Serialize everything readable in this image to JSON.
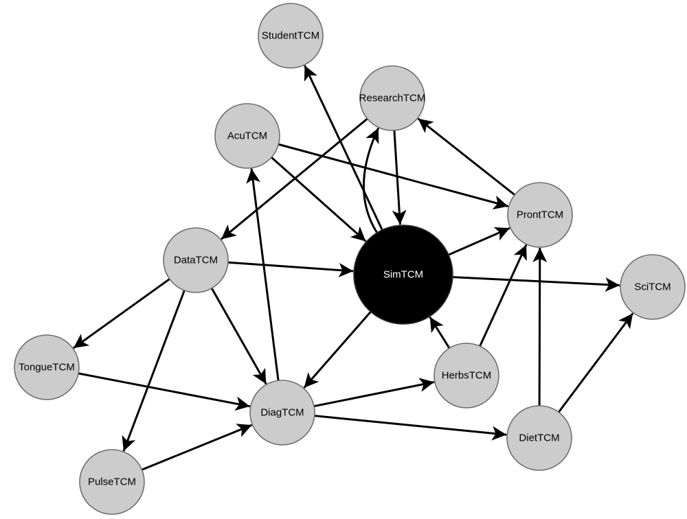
{
  "nodes": [
    {
      "id": "student",
      "label": "StudentTCM"
    },
    {
      "id": "research",
      "label": "ResearchTCM"
    },
    {
      "id": "acu",
      "label": "AcuTCM"
    },
    {
      "id": "pront",
      "label": "ProntTCM"
    },
    {
      "id": "data",
      "label": "DataTCM"
    },
    {
      "id": "sim",
      "label": "SimTCM"
    },
    {
      "id": "sci",
      "label": "SciTCM"
    },
    {
      "id": "tongue",
      "label": "TongueTCM"
    },
    {
      "id": "herbs",
      "label": "HerbsTCM"
    },
    {
      "id": "diag",
      "label": "DiagTCM"
    },
    {
      "id": "diet",
      "label": "DietTCM"
    },
    {
      "id": "pulse",
      "label": "PulseTCM"
    }
  ],
  "edges": [
    {
      "from": "sim",
      "to": "student"
    },
    {
      "from": "research",
      "to": "sim"
    },
    {
      "from": "sim",
      "to": "research"
    },
    {
      "from": "research",
      "to": "data"
    },
    {
      "from": "pront",
      "to": "research"
    },
    {
      "from": "acu",
      "to": "sim"
    },
    {
      "from": "acu",
      "to": "pront"
    },
    {
      "from": "sim",
      "to": "pront"
    },
    {
      "from": "data",
      "to": "sim"
    },
    {
      "from": "sim",
      "to": "sci"
    },
    {
      "from": "data",
      "to": "tongue"
    },
    {
      "from": "data",
      "to": "diag"
    },
    {
      "from": "data",
      "to": "pulse"
    },
    {
      "from": "diag",
      "to": "acu"
    },
    {
      "from": "sim",
      "to": "diag"
    },
    {
      "from": "herbs",
      "to": "sim"
    },
    {
      "from": "herbs",
      "to": "pront"
    },
    {
      "from": "diet",
      "to": "pront"
    },
    {
      "from": "diet",
      "to": "sci"
    },
    {
      "from": "tongue",
      "to": "diag"
    },
    {
      "from": "pulse",
      "to": "diag"
    },
    {
      "from": "diag",
      "to": "herbs"
    },
    {
      "from": "diag",
      "to": "diet"
    }
  ]
}
